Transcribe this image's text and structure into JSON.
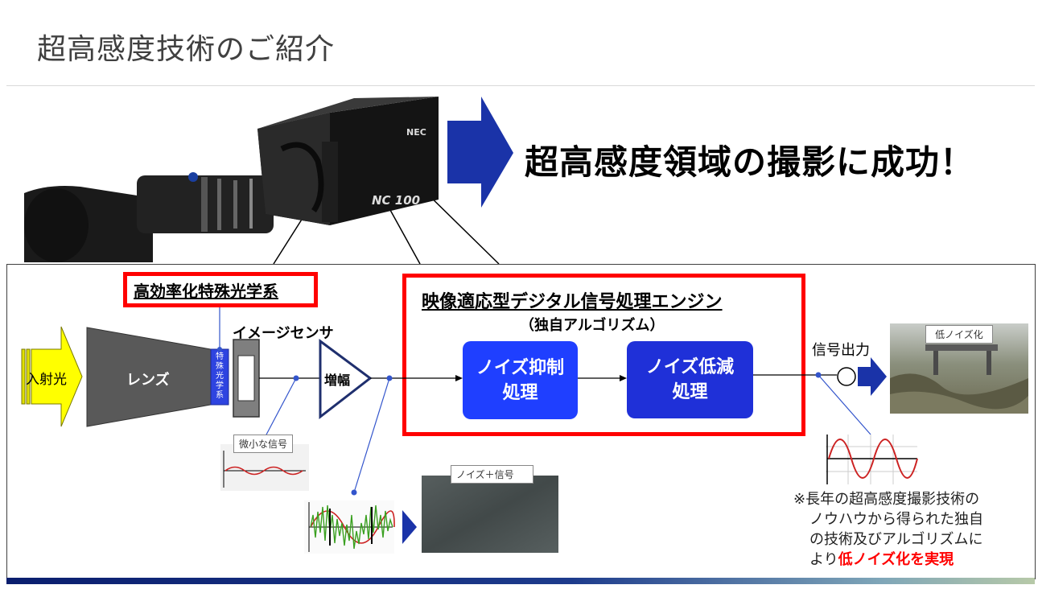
{
  "slide": {
    "title": "超高感度技術のご紹介",
    "headline": "超高感度領域の撮影に成功！"
  },
  "camera": {
    "brand_mark": "NEC",
    "model_mark": "NC 100"
  },
  "diagram": {
    "optics_label": "高効率化特殊光学系",
    "engine_title": "映像適応型デジタル信号処理エンジン",
    "engine_subtitle": "（独自アルゴリズム）",
    "incident_light": "入射光",
    "lens": "レンズ",
    "optics_vertical": "特殊光学系",
    "image_sensor": "イメージセンサ",
    "amplifier": "増幅",
    "noise_suppress_line1": "ノイズ抑制",
    "noise_suppress_line2": "処理",
    "noise_reduce_line1": "ノイズ低減",
    "noise_reduce_line2": "処理",
    "signal_output": "信号出力",
    "weak_signal": "微小な信号",
    "noise_plus_signal": "ノイズ＋信号",
    "low_noise": "低ノイズ化"
  },
  "note": {
    "line1": "※長年の超高感度撮影技術の",
    "line2": "ノウハウから得られた独自",
    "line3": "の技術及びアルゴリズムに",
    "line4_prefix": "より",
    "line4_emphasis": "低ノイズ化を実現"
  },
  "colors": {
    "accent_red": "#ff0000",
    "engine_blue": "#1f3fff",
    "arrow_navy": "#1a33a8",
    "light_yellow": "#ffff00"
  }
}
